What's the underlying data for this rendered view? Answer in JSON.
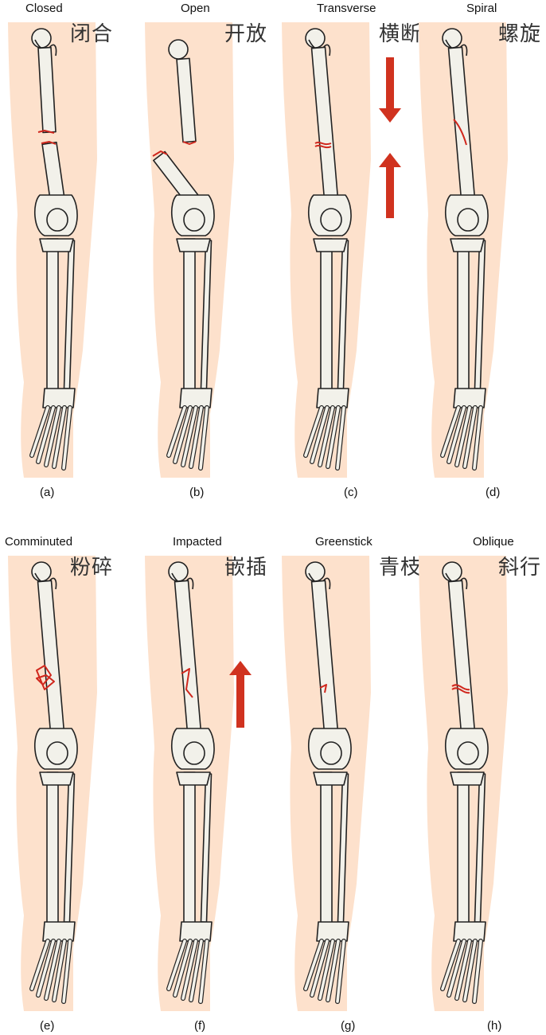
{
  "figure": {
    "colors": {
      "skin": "#fde1cc",
      "bone": "#f2f1ea",
      "bone_outline": "#222222",
      "fracture": "#d0271d",
      "arrow": "#d0321f"
    },
    "panels": [
      {
        "key": "closed",
        "label_en": "Closed",
        "label_cn": "闭合",
        "caption": "(a)",
        "fracture": "closed"
      },
      {
        "key": "open",
        "label_en": "Open",
        "label_cn": "开放",
        "caption": "(b)",
        "fracture": "open"
      },
      {
        "key": "transverse",
        "label_en": "Transverse",
        "label_cn": "横断",
        "caption": "(c)",
        "fracture": "transverse",
        "arrows": "opposing"
      },
      {
        "key": "spiral",
        "label_en": "Spiral",
        "label_cn": "螺旋",
        "caption": "(d)",
        "fracture": "spiral"
      },
      {
        "key": "comminuted",
        "label_en": "Comminuted",
        "label_cn": "粉碎",
        "caption": "(e)",
        "fracture": "comminuted"
      },
      {
        "key": "impacted",
        "label_en": "Impacted",
        "label_cn": "嵌插",
        "caption": "(f)",
        "fracture": "impacted",
        "arrows": "up"
      },
      {
        "key": "greenstick",
        "label_en": "Greenstick",
        "label_cn": "青枝",
        "caption": "(g)",
        "fracture": "greenstick"
      },
      {
        "key": "oblique",
        "label_en": "Oblique",
        "label_cn": "斜行",
        "caption": "(h)",
        "fracture": "oblique"
      }
    ]
  }
}
